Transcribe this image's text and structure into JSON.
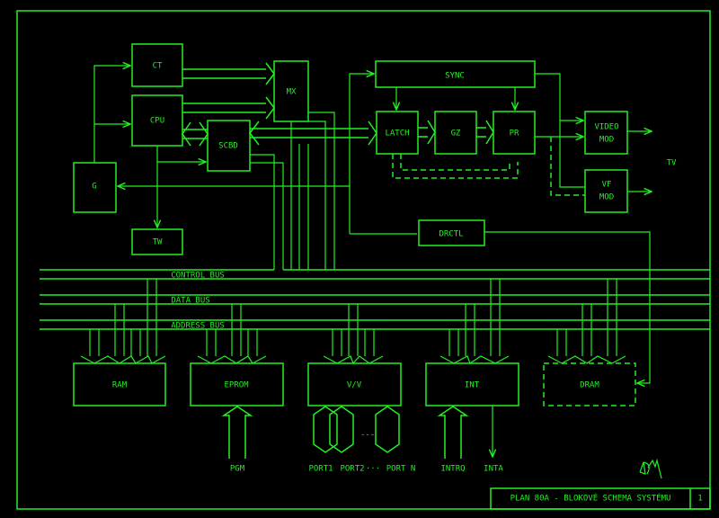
{
  "colors": {
    "line": "#22f022",
    "background": "#000000"
  },
  "blocks": {
    "ct": "CT",
    "cpu": "CPU",
    "g": "G",
    "tw": "TW",
    "scbd": "SCBD",
    "mx": "MX",
    "sync": "SYNC",
    "latch": "LATCH",
    "gz": "GZ",
    "pr": "PR",
    "video_mod_1": "VIDEO",
    "video_mod_2": "MOD",
    "vf_mod_1": "VF",
    "vf_mod_2": "MOD",
    "drctl": "DRCTL",
    "ram": "RAM",
    "eprom": "EPROM",
    "vv": "V/V",
    "int": "INT",
    "dram": "DRAM"
  },
  "buses": {
    "control": "CONTROL BUS",
    "data": "DATA BUS",
    "address": "ADDRESS BUS"
  },
  "io_labels": {
    "tv": "TV",
    "pgm": "PGM",
    "port1": "PORT1",
    "port2": "PORT2",
    "ellipsis": "···",
    "portn": "PORT N",
    "intrq": "INTRQ",
    "inta": "INTA",
    "dots": "---"
  },
  "title_block": {
    "title": "PLAN 80A - BLOKOVÉ SCHEMA SYSTÉMU",
    "sheet": "1",
    "signature": "DM"
  }
}
